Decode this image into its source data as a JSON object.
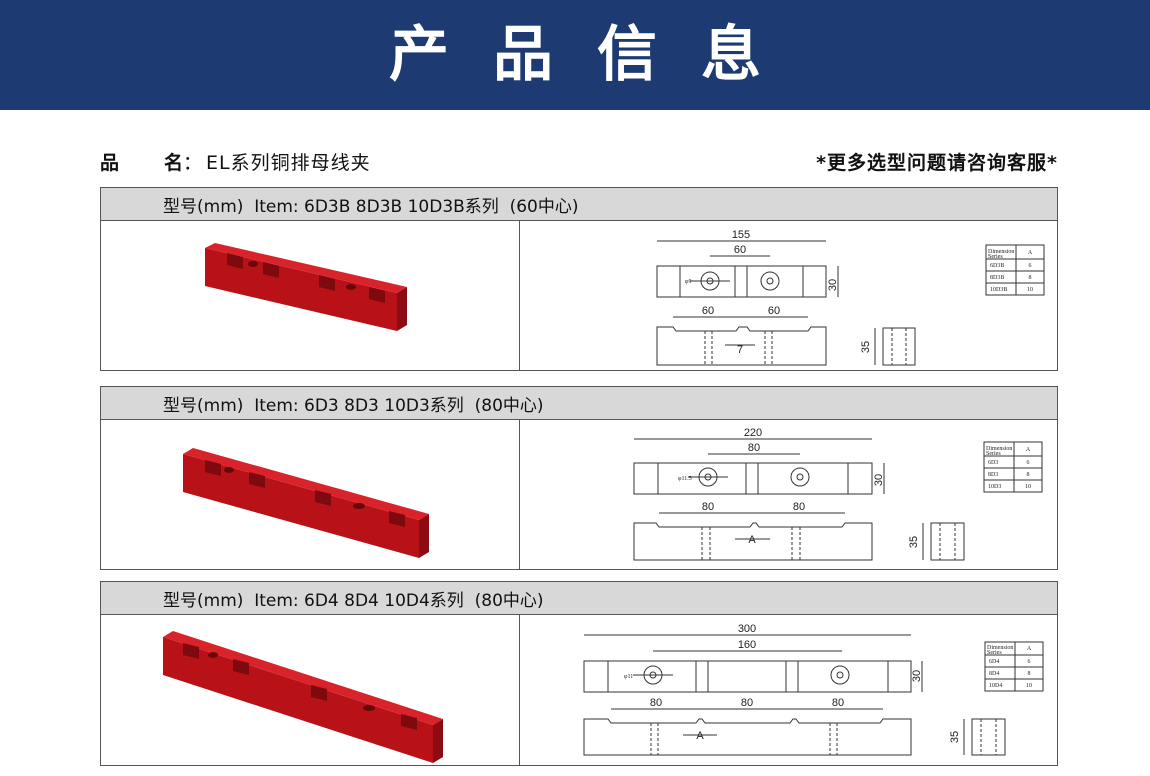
{
  "banner": {
    "title": "产品信息"
  },
  "info": {
    "label": "品",
    "label2": "名",
    "colon": "：",
    "product_name": "EL系列铜排母线夹",
    "note": "*更多选型问题请咨询客服*"
  },
  "colors": {
    "banner": "#1e3a72",
    "header_gray": "#d8d8d8",
    "product_red": "#c0141a"
  },
  "blocks": [
    {
      "header": "型号(mm)  Item: 6D3B 8D3B 10D3B系列  (60中心)",
      "dims": {
        "overall": "155",
        "center": "60",
        "height": "30",
        "hole": "φ9",
        "pitch_a": "60",
        "pitch_b": "60",
        "depth": "35",
        "slot": "7"
      },
      "table": {
        "h1": "Dimension",
        "h2": "A",
        "sub": "Series",
        "rows": [
          [
            "6D3B",
            "6"
          ],
          [
            "8D3B",
            "8"
          ],
          [
            "10D3B",
            "10"
          ]
        ]
      }
    },
    {
      "header": "型号(mm)  Item: 6D3 8D3 10D3系列  (80中心)",
      "dims": {
        "overall": "220",
        "center": "80",
        "height": "30",
        "hole": "φ11.5",
        "pitch_a": "80",
        "pitch_b": "80",
        "depth": "35",
        "slot": "A"
      },
      "table": {
        "h1": "Dimension",
        "h2": "A",
        "sub": "Series",
        "rows": [
          [
            "6D3",
            "6"
          ],
          [
            "8D3",
            "8"
          ],
          [
            "10D3",
            "10"
          ]
        ]
      }
    },
    {
      "header": "型号(mm)  Item: 6D4 8D4 10D4系列  (80中心)",
      "dims": {
        "overall": "300",
        "center": "160",
        "height": "30",
        "hole": "φ11",
        "pitch_a": "80",
        "pitch_b": "80",
        "pitch_c": "80",
        "depth": "35",
        "slot": "A"
      },
      "table": {
        "h1": "Dimension",
        "h2": "A",
        "sub": "Series",
        "rows": [
          [
            "6D4",
            "6"
          ],
          [
            "8D4",
            "8"
          ],
          [
            "10D4",
            "10"
          ]
        ]
      }
    }
  ]
}
